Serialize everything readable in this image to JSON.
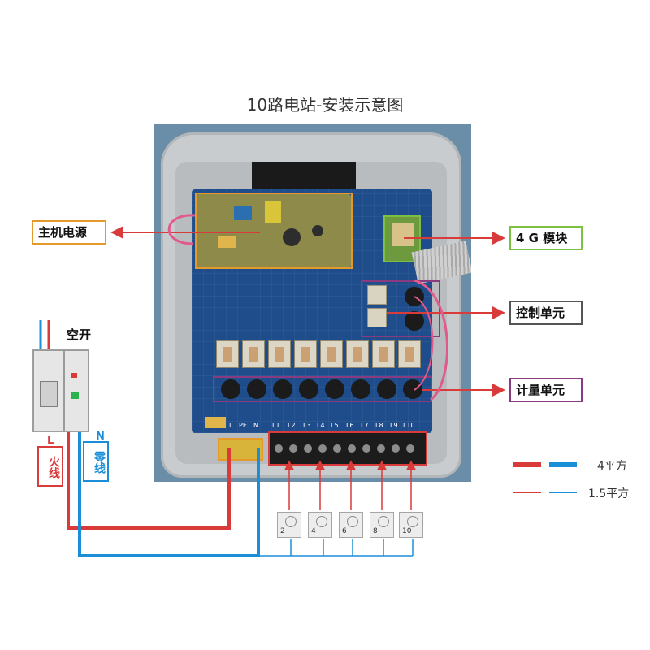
{
  "title": "10路电站-安装示意图",
  "callouts": {
    "host_power": "主机电源",
    "module_4g": "4 G 模块",
    "control_unit": "控制单元",
    "metering_unit": "计量单元"
  },
  "breaker": {
    "label": "空开",
    "line_l": "L",
    "line_n": "N",
    "live_wire": "火线",
    "neutral_wire": "零线"
  },
  "terminals": [
    "L",
    "PE",
    "N",
    "L1",
    "L2",
    "L3",
    "L4",
    "L5",
    "L6",
    "L7",
    "L8",
    "L9",
    "L10"
  ],
  "sockets": [
    "2",
    "4",
    "6",
    "8",
    "10"
  ],
  "legend": {
    "thick": "4平方",
    "thin": "1.5平方"
  },
  "colors": {
    "live": "#d93a3a",
    "neutral": "#1a8fd8",
    "psu_outline": "#e49a2a",
    "module_outline": "#7bc043",
    "unit_outline": "#8a3a7e"
  }
}
